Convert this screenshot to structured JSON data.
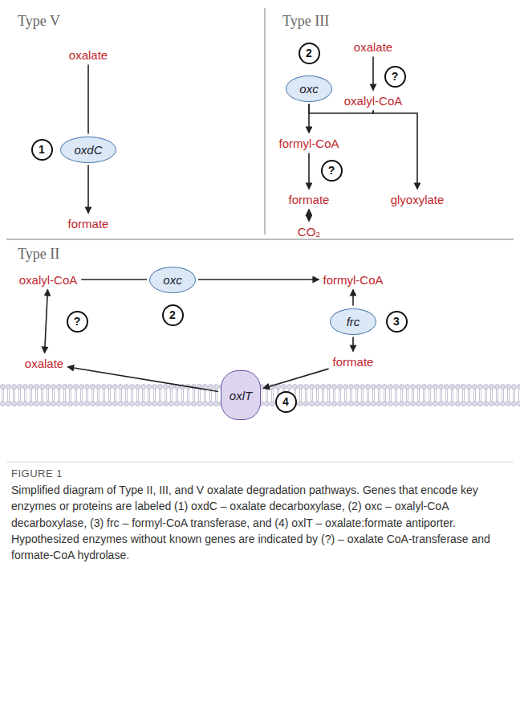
{
  "diagram": {
    "caption": "Simplified diagram of Type II, III, and V oxalate degradation pathways. Genes that encode key enzymes or proteins are labeled (1) oxdC – oxalate decarboxylase, (2) oxc – oxalyl-CoA decarboxylase, (3) frc – formyl-CoA transferase, and (4) oxlT – oxalate:formate antiporter. Hypothesized enzymes without known genes are indicated by (?) – oxalate CoA-transferase and formate-CoA hydrolase.",
    "nodes": [
      {
        "text": [
          "oxalate"
        ]
      },
      {
        "text": [
          "1"
        ]
      },
      {
        "text": [
          "oxdC"
        ]
      },
      {
        "text": [
          "formate"
        ]
      },
      {
        "text": [
          "oxalate"
        ]
      },
      {
        "text": [
          "2"
        ]
      },
      {
        "text": [
          "?"
        ]
      },
      {
        "text": [
          "oxc"
        ]
      },
      {
        "text": [
          "oxalyl-CoA"
        ]
      },
      {
        "text": [
          "formyl-CoA"
        ]
      },
      {
        "text": [
          "?"
        ]
      },
      {
        "text": [
          "formate"
        ]
      },
      {
        "text": [
          "glyoxylate"
        ]
      },
      {
        "text": [
          "CO₂"
        ]
      },
      {
        "text": [
          "oxalyl-CoA"
        ]
      },
      {
        "text": [
          "oxc"
        ]
      },
      {
        "text": [
          "formyl-CoA"
        ]
      },
      {
        "text": [
          "?"
        ]
      },
      {
        "text": [
          "2"
        ]
      },
      {
        "text": [
          "frc"
        ]
      },
      {
        "text": [
          "3"
        ]
      },
      {
        "text": [
          "oxalate"
        ]
      },
      {
        "text": [
          "formate"
        ]
      },
      {
        "text": [
          "oxlT"
        ]
      },
      {
        "text": [
          "4"
        ]
      }
    ],
    "edges": [
      {
        "from": 0,
        "to": 2,
        "arrow": "none"
      },
      {
        "from": 2,
        "to": 3,
        "arrow": "to"
      },
      {
        "from": 4,
        "to": 8,
        "arrow": "to"
      },
      {
        "from": 8,
        "to": 7,
        "arrow": "none"
      },
      {
        "from": 7,
        "to": 9,
        "arrow": "to"
      },
      {
        "from": 8,
        "to": 12,
        "arrow": "to"
      },
      {
        "from": 9,
        "to": 11,
        "arrow": "to"
      },
      {
        "from": 11,
        "to": 13,
        "arrow": "both"
      },
      {
        "from": 14,
        "to": 15,
        "arrow": "none"
      },
      {
        "from": 15,
        "to": 16,
        "arrow": "to"
      },
      {
        "from": 19,
        "to": 16,
        "arrow": "to"
      },
      {
        "from": 19,
        "to": 22,
        "arrow": "to"
      },
      {
        "from": 14,
        "to": 21,
        "arrow": "both"
      },
      {
        "from": 22,
        "to": 23,
        "arrow": "to"
      },
      {
        "from": 23,
        "to": 21,
        "arrow": "to"
      }
    ],
    "labels": [
      "Type V",
      "Type III",
      "Type II",
      "FIGURE 1"
    ]
  }
}
